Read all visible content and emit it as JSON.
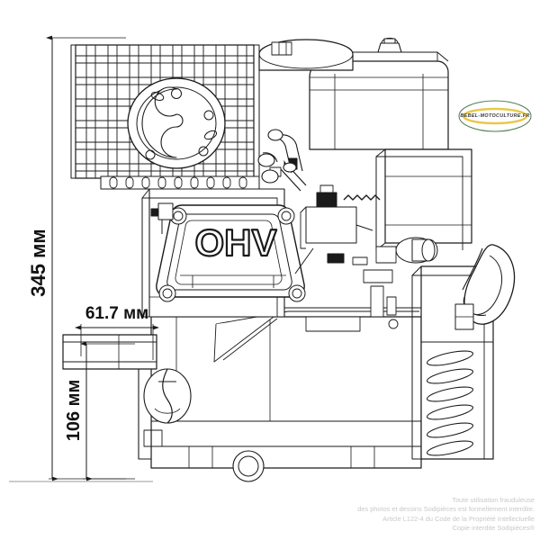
{
  "document": {
    "type": "technical-line-drawing",
    "subject": "OHV horizontal-shaft petrol engine, side elevation",
    "background_color": "#ffffff",
    "line_color": "#1a1a1a"
  },
  "engine": {
    "valve_cover_text": "OHV",
    "parts": [
      "cylinder-head-cooling-fins",
      "exhaust-port-flange",
      "valve-cover",
      "fuel-tank",
      "air-filter-housing",
      "carburetor",
      "governor-linkage",
      "crankcase",
      "output-shaft",
      "recoil-starter-housing",
      "recoil-starter-handle"
    ]
  },
  "dimensions": {
    "unit": "мм",
    "items": [
      {
        "id": "overall-height",
        "value": "345",
        "label": "345 мм",
        "orientation": "vertical"
      },
      {
        "id": "shaft-offset-width",
        "value": "61.7",
        "label": "61.7 мм",
        "orientation": "horizontal"
      },
      {
        "id": "shaft-height",
        "value": "106",
        "label": "106 мм",
        "orientation": "vertical"
      }
    ]
  },
  "watermark": {
    "text": "BEBEL-MOTOCULTURE.FR",
    "shape": "ellipse",
    "outline_color": "#4f7a4f",
    "band_color": "#e8c84a",
    "text_color": "#3a3a3a"
  },
  "copyright": {
    "color": "#c9c9c9",
    "lines": [
      "Toute utilisation frauduleuse",
      "des photos et dessins Sodipièces est formellement interdite.",
      "Article L122-4 du Code de la Propriété Intellectuelle",
      "Copie interdite Sodipièces®"
    ]
  }
}
